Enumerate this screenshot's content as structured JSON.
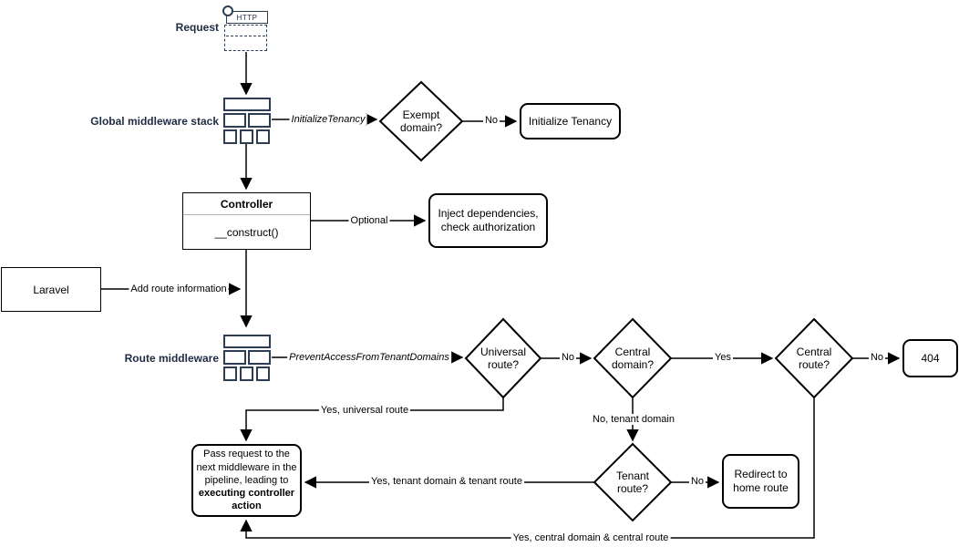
{
  "colors": {
    "navy_text": "#1f2b42",
    "icon_stroke": "#2e3d52",
    "line": "#000000",
    "shape_border": "#000000",
    "background": "#ffffff"
  },
  "nodes": {
    "request_label": "Request",
    "http_text": "HTTP",
    "global_middleware_label": "Global middleware stack",
    "exempt_domain": "Exempt domain?",
    "initialize_tenancy": "Initialize Tenancy",
    "controller_title": "Controller",
    "controller_method": "__construct()",
    "inject_dependencies": "Inject dependencies, check authorization",
    "laravel": "Laravel",
    "route_middleware_label": "Route middleware",
    "universal_route": "Universal route?",
    "central_domain": "Central domain?",
    "central_route": "Central route?",
    "error_404": "404",
    "tenant_route": "Tenant route?",
    "redirect_home": "Redirect to home route",
    "pass_request_text": "Pass request to the next middleware in the pipeline, leading to ",
    "pass_request_bold": "executing controller action"
  },
  "edges": {
    "initialize_tenancy_middleware": "InitializeTenancy",
    "exempt_no": "No",
    "optional": "Optional",
    "add_route_information": "Add route information",
    "prevent_access_middleware": "PreventAccessFromTenantDomains",
    "universal_no": "No",
    "central_domain_yes": "Yes",
    "central_route_no": "No",
    "yes_universal_route": "Yes, universal route",
    "no_tenant_domain": "No, tenant domain",
    "tenant_route_no": "No",
    "yes_tenant_domain_tenant_route": "Yes, tenant domain & tenant route",
    "yes_central_domain_central_route": "Yes, central domain & central route"
  }
}
